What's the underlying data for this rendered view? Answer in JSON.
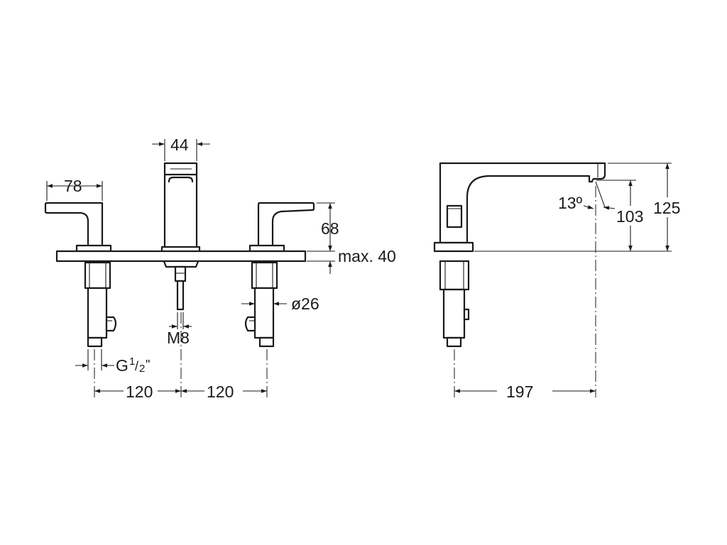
{
  "dimensions": {
    "spout_width": "44",
    "handle_length": "78",
    "handle_height": "68",
    "deck_thickness": "max. 40",
    "shank_diameter": "ø26",
    "center_thread": "M8",
    "inlet_thread": "G",
    "inlet_fraction_num": "1",
    "inlet_fraction_slash": "/",
    "inlet_fraction_den": "2",
    "inlet_inch": "\"",
    "spacing_left": "120",
    "spacing_right": "120",
    "outlet_angle": "13º",
    "outlet_height": "103",
    "total_height": "125",
    "spout_reach": "197"
  }
}
